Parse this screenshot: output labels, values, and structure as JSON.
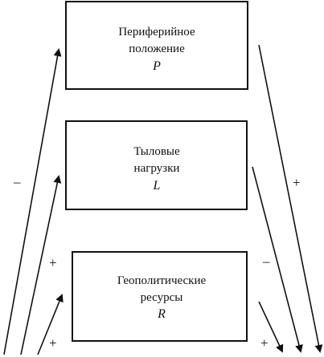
{
  "boxes": {
    "periphery": {
      "line1": "Периферийное",
      "line2": "положение",
      "var": "P"
    },
    "rear": {
      "line1": "Тыловые",
      "line2": "нагрузки",
      "var": "L"
    },
    "geo": {
      "line1": "Геополитические",
      "line2": "ресурсы",
      "var": "R"
    }
  },
  "signs": {
    "left_top": "–",
    "left_mid": "+",
    "left_bottom": "+",
    "right_top": "+",
    "right_mid": "–",
    "right_bottom": "+"
  }
}
